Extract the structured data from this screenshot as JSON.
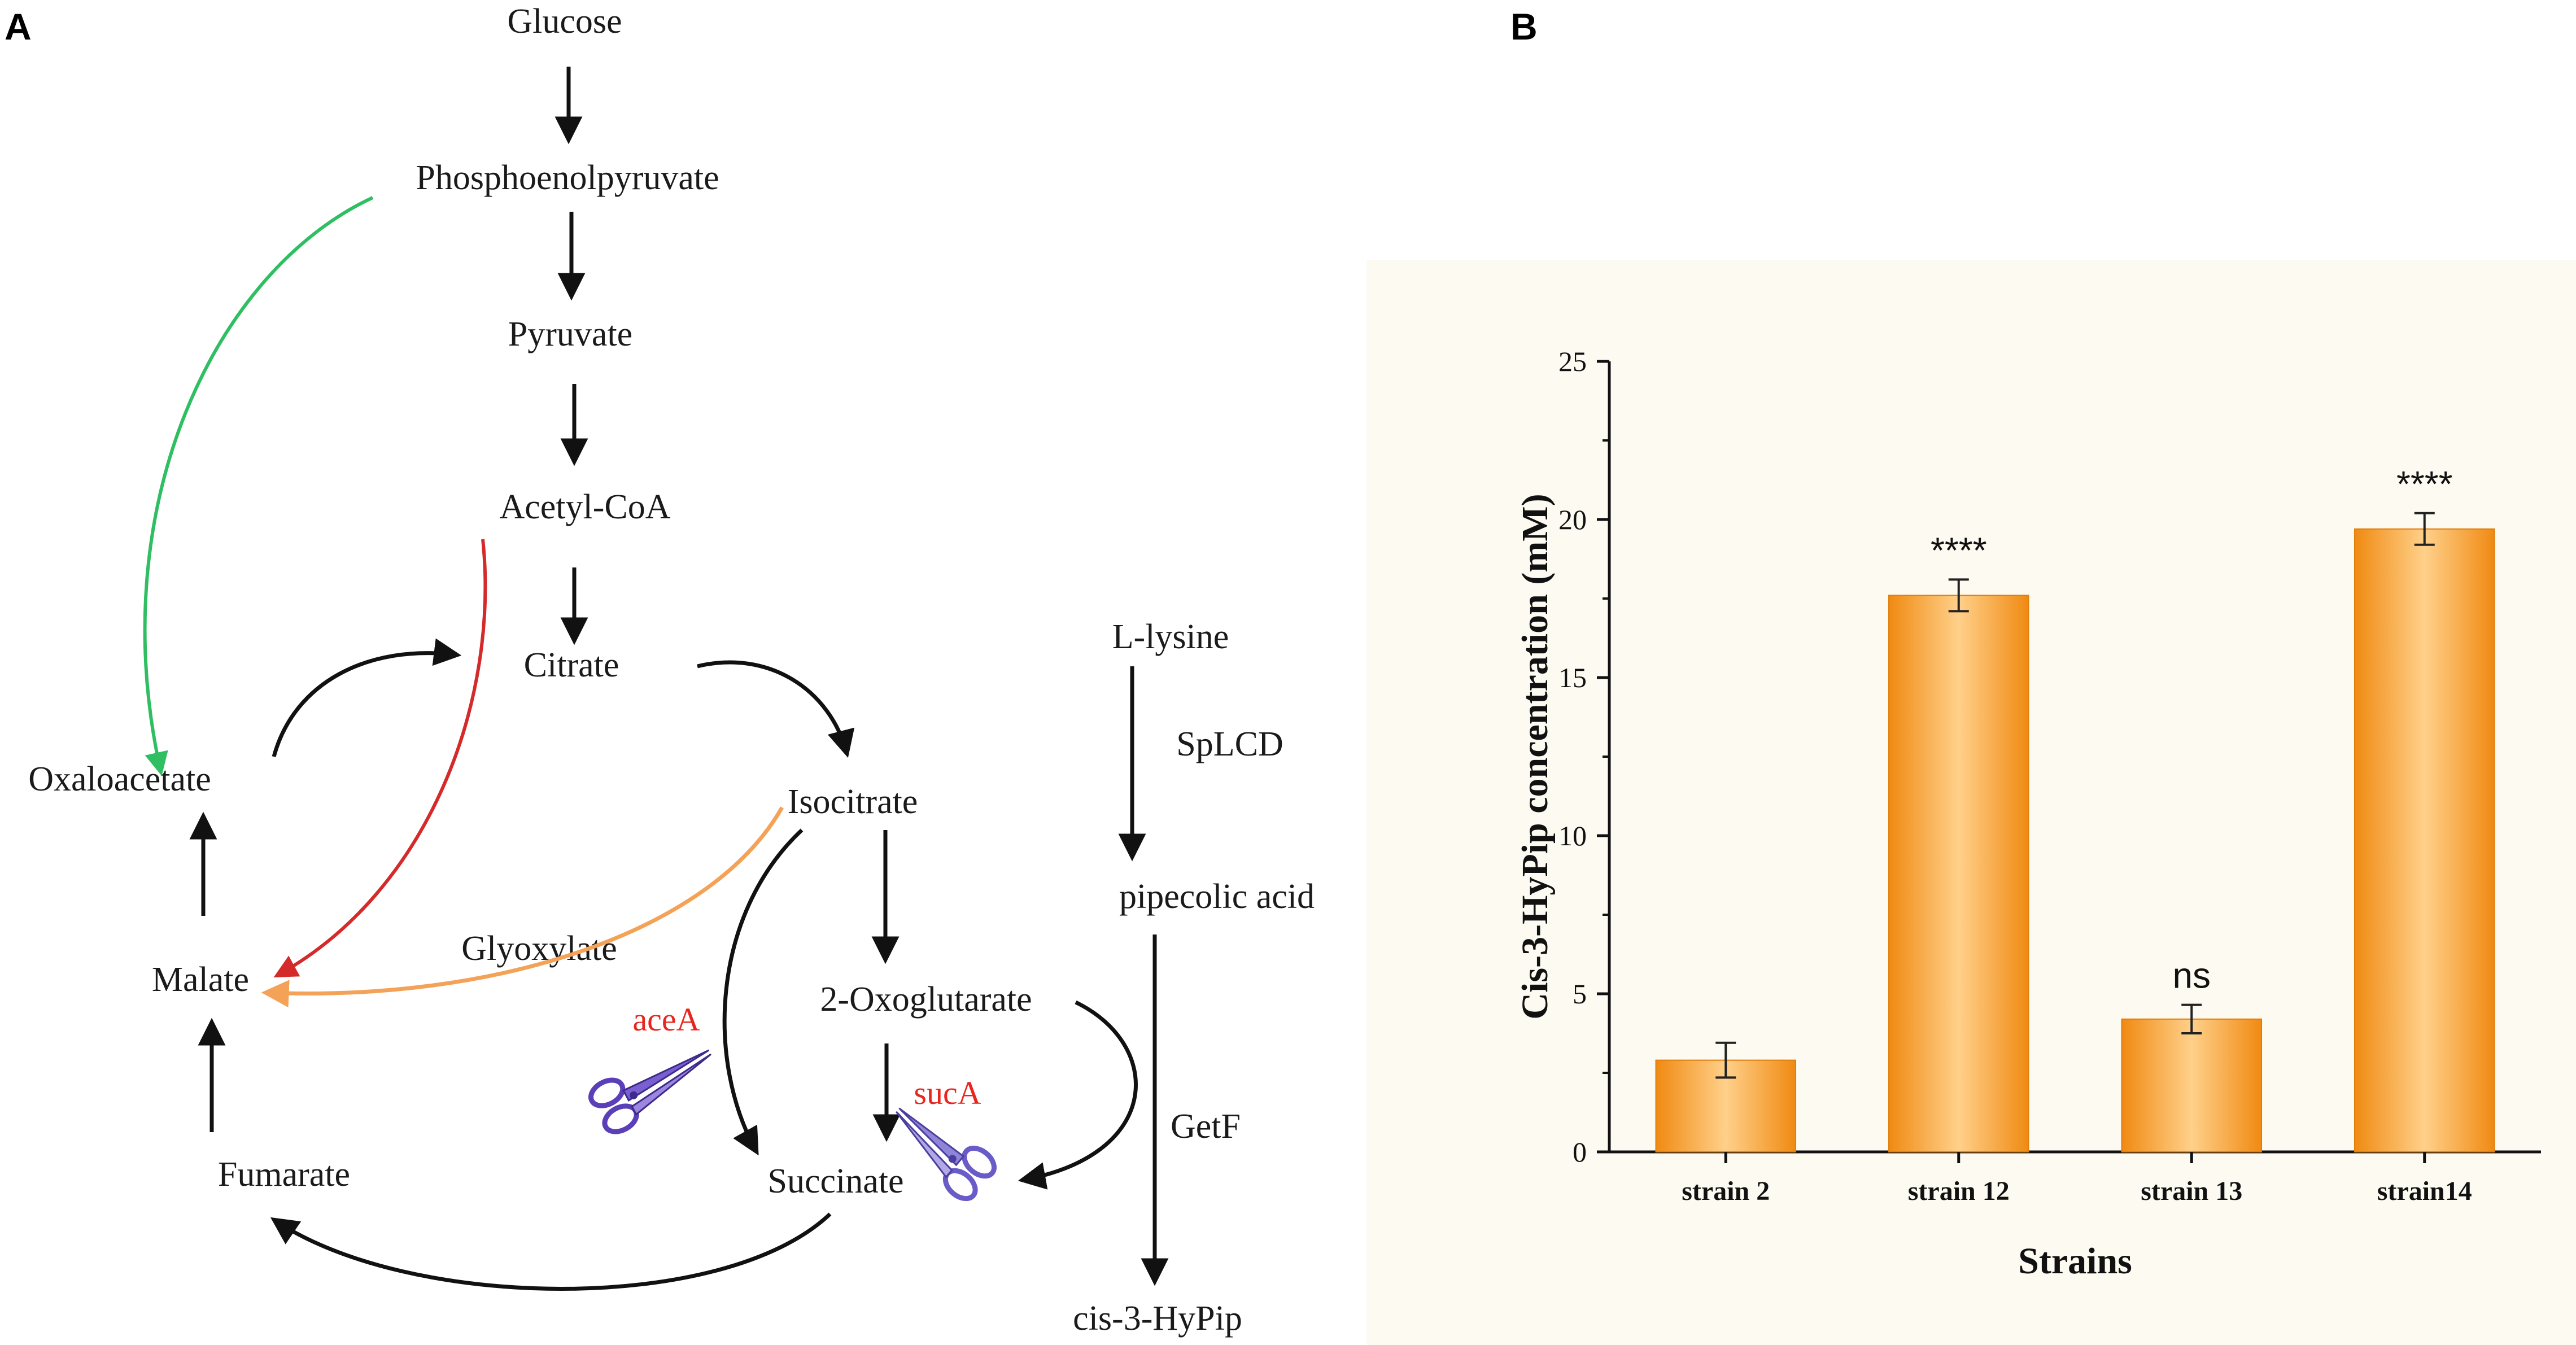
{
  "panels": {
    "a": "A",
    "b": "B"
  },
  "pathway": {
    "glucose": "Glucose",
    "pep": "Phosphoenolpyruvate",
    "pyruvate": "Pyruvate",
    "acetyl_coa": "Acetyl-CoA",
    "citrate": "Citrate",
    "isocitrate": "Isocitrate",
    "oxaloacetate": "Oxaloacetate",
    "malate": "Malate",
    "glyoxylate": "Glyoxylate",
    "oxoglutarate": "2-Oxoglutarate",
    "succinate": "Succinate",
    "fumarate": "Fumarate",
    "lysine": "L-lysine",
    "splcd": "SpLCD",
    "pipecolic": "pipecolic acid",
    "getf": "GetF",
    "hypip": "cis-3-HyPip",
    "acea": "aceA",
    "suca": "sucA",
    "colors": {
      "green": "#2fbf62",
      "red": "#d42a2a",
      "orange": "#f4a257",
      "black": "#111111",
      "knockout": "#e8261e",
      "scissors": "#5a3fb8"
    }
  },
  "chart_data": {
    "type": "bar",
    "categories": [
      "strain 2",
      "strain 12",
      "strain 13",
      "strain14"
    ],
    "values": [
      2.9,
      17.6,
      4.2,
      19.7
    ],
    "errors": [
      0.55,
      0.5,
      0.45,
      0.5
    ],
    "significance": [
      "",
      "****",
      "ns",
      "****"
    ],
    "xlabel": "Strains",
    "ylabel": "Cis-3-HyPip concentration (mM)",
    "ylim": [
      0,
      25
    ],
    "yticks": [
      0,
      5,
      10,
      15,
      20,
      25
    ],
    "bar_color": "#f5a236",
    "background": "#fdfaf2"
  }
}
